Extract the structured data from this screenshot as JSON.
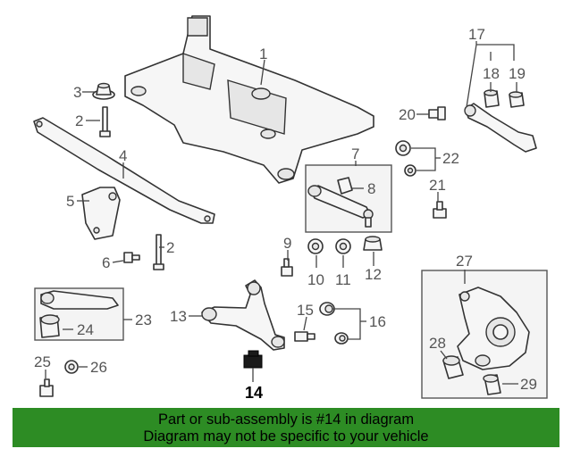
{
  "callouts": {
    "c1": "1",
    "c2a": "2",
    "c2b": "2",
    "c3": "3",
    "c4": "4",
    "c5": "5",
    "c6": "6",
    "c7": "7",
    "c8": "8",
    "c9": "9",
    "c10": "10",
    "c11": "11",
    "c12": "12",
    "c13": "13",
    "c14": "14",
    "c15": "15",
    "c16": "16",
    "c17": "17",
    "c18": "18",
    "c19": "19",
    "c20": "20",
    "c21": "21",
    "c22": "22",
    "c23": "23",
    "c24": "24",
    "c25": "25",
    "c26": "26",
    "c27": "27",
    "c28": "28",
    "c29": "29"
  },
  "highlighted_part": "14",
  "banner": {
    "line1": "Part or sub-assembly is #14 in diagram",
    "line2": "Diagram may not be specific to your vehicle",
    "color": "#2d8c24"
  }
}
